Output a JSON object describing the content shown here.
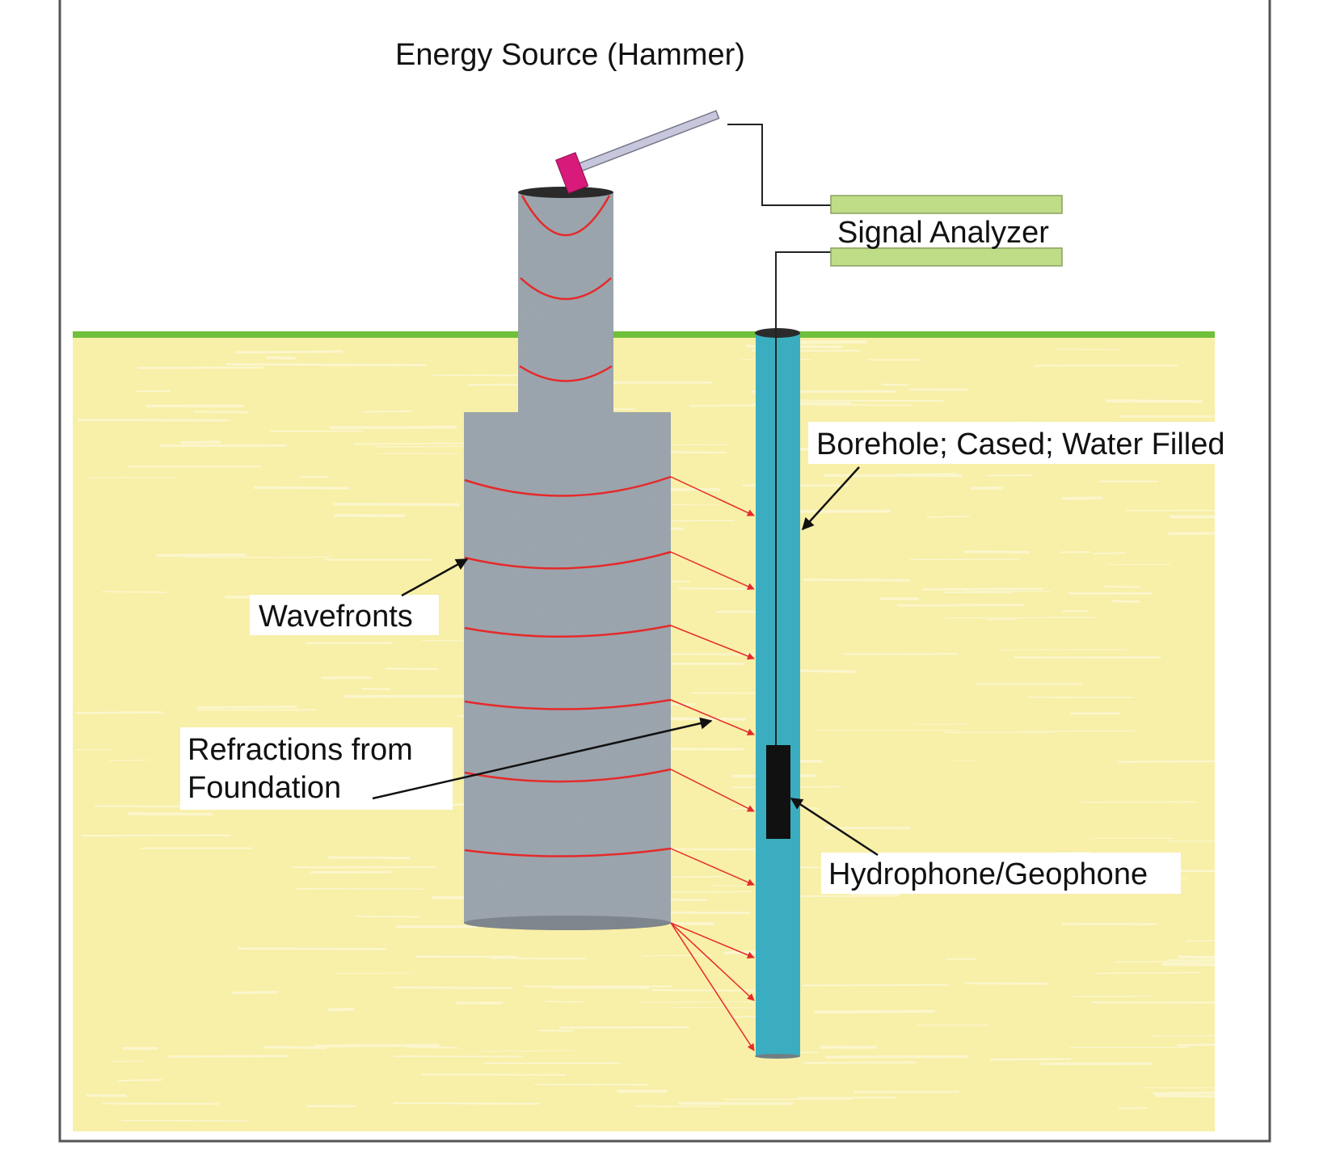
{
  "labels": {
    "energy_source": "Energy Source (Hammer)",
    "signal_analyzer": "Signal Analyzer",
    "borehole": "Borehole; Cased; Water Filled",
    "wavefronts": "Wavefronts",
    "refractions_line1": "Refractions from",
    "refractions_line2": "Foundation",
    "hydrophone": "Hydrophone/Geophone"
  },
  "colors": {
    "soil": "#f8efa8",
    "soil_streak": "#fbf6cc",
    "ground_line": "#6fc03a",
    "concrete": "#9aa4ac",
    "wavefront": "#e52a2a",
    "borehole": "#3aaec0",
    "hammer_head": "#d81b7a",
    "hammer_handle": "#c6c6dc",
    "analyzer": "#bedd86",
    "sensor": "#111111"
  }
}
